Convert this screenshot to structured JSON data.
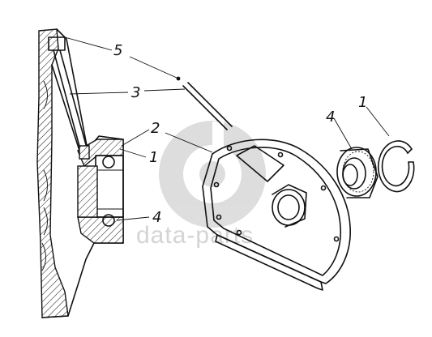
{
  "callouts": [
    {
      "id": "callout-5",
      "text": "5"
    },
    {
      "id": "callout-3",
      "text": "3"
    },
    {
      "id": "callout-2",
      "text": "2"
    },
    {
      "id": "callout-1-housing",
      "text": "1"
    },
    {
      "id": "callout-4-housing",
      "text": "4"
    },
    {
      "id": "callout-4-exploded",
      "text": "4"
    },
    {
      "id": "callout-1-exploded",
      "text": "1"
    }
  ],
  "watermark": {
    "text": "data-parts"
  }
}
